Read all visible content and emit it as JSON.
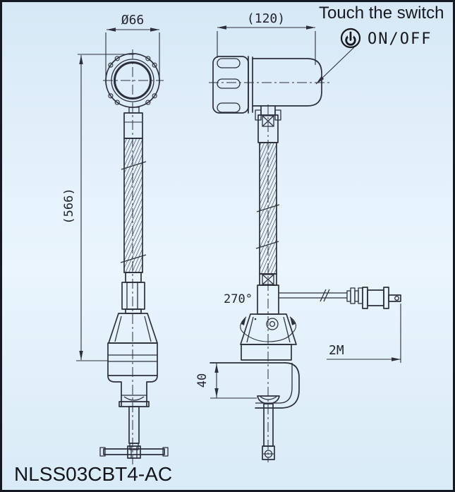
{
  "product": {
    "model": "NLSS03CBT4-AC"
  },
  "callout": {
    "title": "Touch the switch",
    "power_label": "ON/OFF",
    "icon": "power-icon"
  },
  "dimensions": {
    "head_diameter": "Ø66",
    "head_length": "(120)",
    "overall_height": "(566)",
    "base_rotation": "270°",
    "clamp_capacity": "40",
    "cable_length": "2M"
  },
  "colors": {
    "background": "#e2f0fa",
    "line": "#2d2f3a",
    "border": "#141923"
  }
}
